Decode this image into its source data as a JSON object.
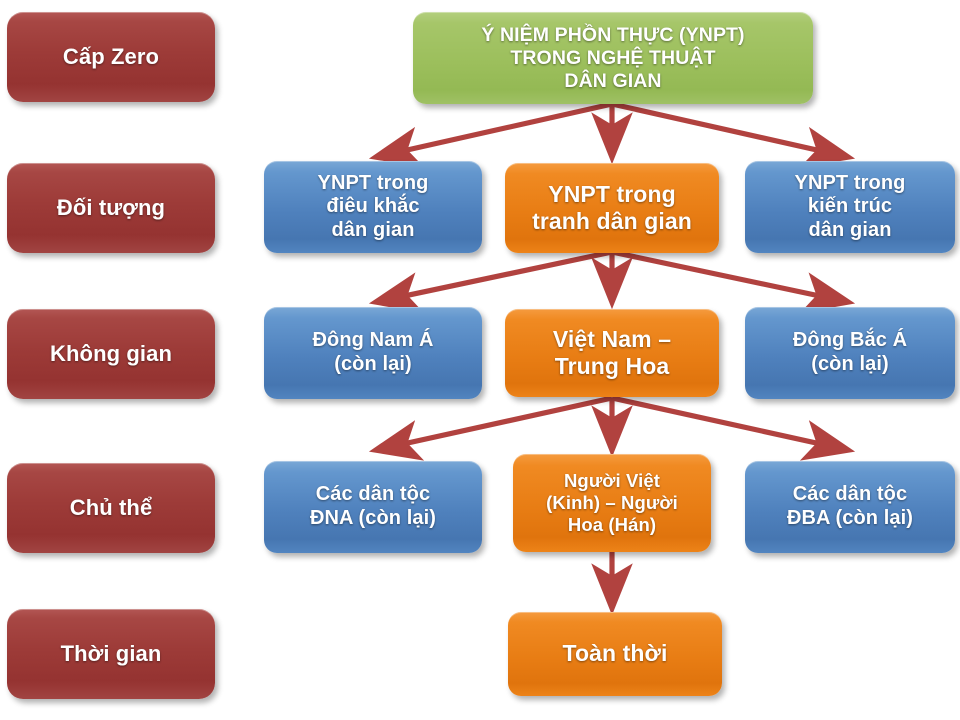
{
  "diagram": {
    "title": "Ý NIỆM PHỒN THỰC (YNPT) TRONG NGHỆ THUẬT DÂN GIAN",
    "root": {
      "lines": [
        "Ý NIỆM PHỒN THỰC (YNPT)",
        "TRONG NGHỆ THUẬT",
        "DÂN GIAN"
      ],
      "color": "#9cbf5c"
    },
    "stage_labels": [
      {
        "label": "Cấp Zero",
        "color": "#9d3b38"
      },
      {
        "label": "Đối tượng",
        "color": "#9d3b38"
      },
      {
        "label": "Không gian",
        "color": "#9d3b38"
      },
      {
        "label": "Chủ thể",
        "color": "#9d3b38"
      },
      {
        "label": "Thời gian",
        "color": "#9d3b38"
      }
    ],
    "rows": [
      {
        "stage": "Đối tượng",
        "left": {
          "lines": [
            "YNPT trong",
            "điêu khắc",
            "dân gian"
          ],
          "color": "#4f81bd"
        },
        "center": {
          "lines": [
            "YNPT trong",
            "tranh dân gian"
          ],
          "color": "#e87d14"
        },
        "right": {
          "lines": [
            "YNPT trong",
            "kiến trúc",
            "dân gian"
          ],
          "color": "#4f81bd"
        }
      },
      {
        "stage": "Không gian",
        "left": {
          "lines": [
            "Đông Nam Á",
            "(còn lại)"
          ],
          "color": "#4f81bd"
        },
        "center": {
          "lines": [
            "Việt Nam –",
            "Trung Hoa"
          ],
          "color": "#e87d14"
        },
        "right": {
          "lines": [
            "Đông Bắc Á",
            "(còn lại)"
          ],
          "color": "#4f81bd"
        }
      },
      {
        "stage": "Chủ thể",
        "left": {
          "lines": [
            "Các dân tộc",
            "ĐNA (còn lại)"
          ],
          "color": "#4f81bd"
        },
        "center": {
          "lines": [
            "Người Việt",
            "(Kinh) – Người",
            "Hoa (Hán)"
          ],
          "color": "#e87d14"
        },
        "right": {
          "lines": [
            "Các dân tộc",
            "ĐBA (còn lại)"
          ],
          "color": "#4f81bd"
        }
      },
      {
        "stage": "Thời gian",
        "center": {
          "lines": [
            "Toàn thời"
          ],
          "color": "#e87d14"
        }
      }
    ],
    "connector_color": "#b1423f"
  }
}
